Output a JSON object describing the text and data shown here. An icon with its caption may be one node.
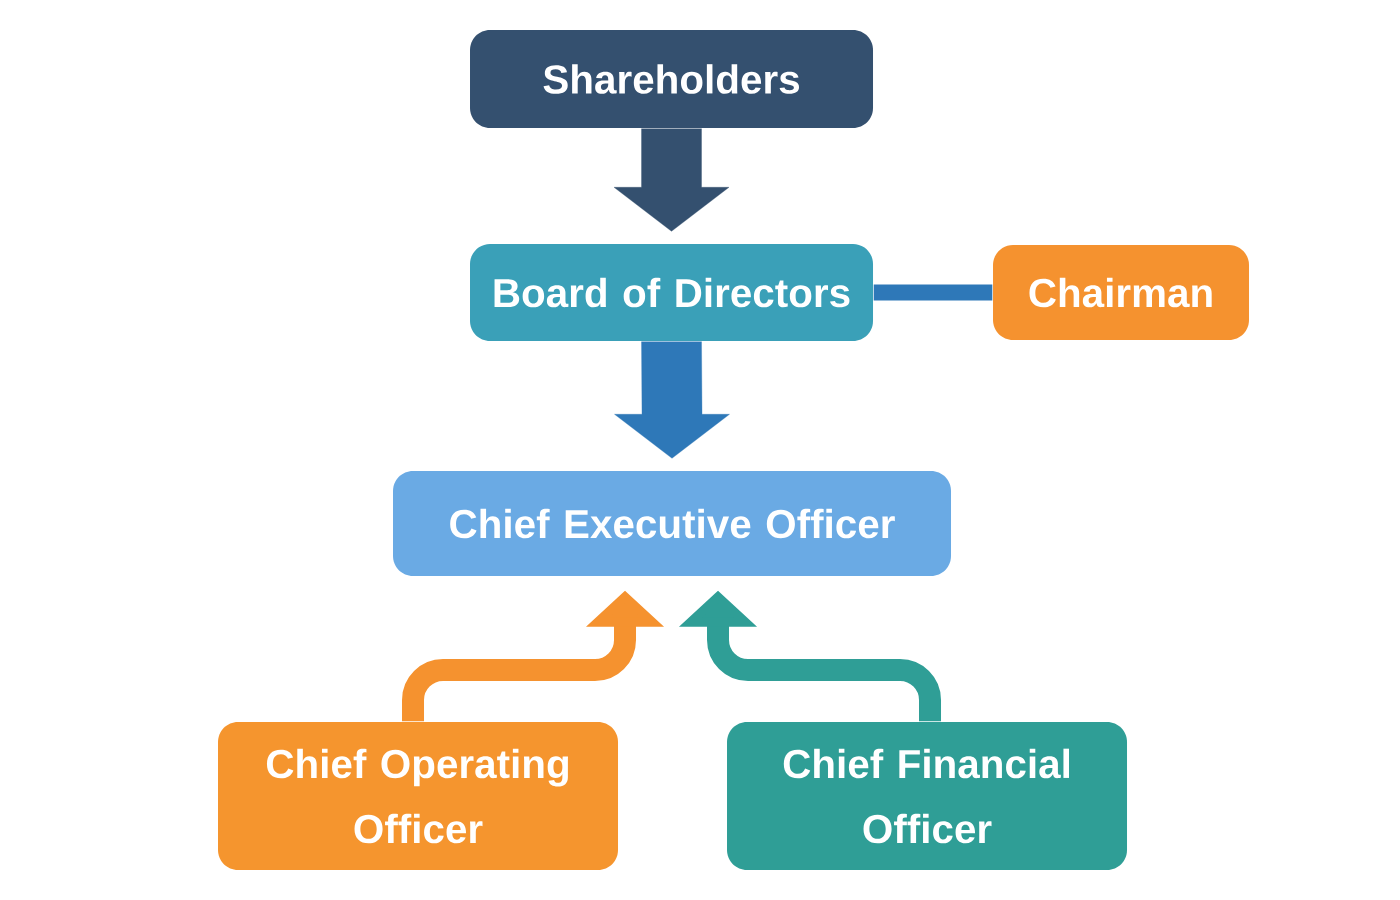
{
  "diagram": {
    "nodes": [
      {
        "text": [
          "Shareholders"
        ]
      },
      {
        "text": [
          "Board of Directors"
        ]
      },
      {
        "text": [
          "Chairman"
        ]
      },
      {
        "text": [
          "Chief Executive Officer"
        ]
      },
      {
        "text": [
          "Chief Operating Officer"
        ]
      },
      {
        "text": [
          "Chief Financial Officer"
        ]
      }
    ],
    "edges": [
      {
        "from": 0,
        "to": 1,
        "arrow": "to",
        "style": "thick",
        "color": "#34506f"
      },
      {
        "from": 1,
        "to": 2,
        "arrow": "none",
        "color": "#2e78b8"
      },
      {
        "from": 1,
        "to": 3,
        "arrow": "to",
        "style": "thick",
        "color": "#2e78b8"
      },
      {
        "from": 4,
        "to": 3,
        "arrow": "to",
        "color": "#f5922f"
      },
      {
        "from": 5,
        "to": 3,
        "arrow": "to",
        "color": "#2f9e96"
      }
    ]
  }
}
